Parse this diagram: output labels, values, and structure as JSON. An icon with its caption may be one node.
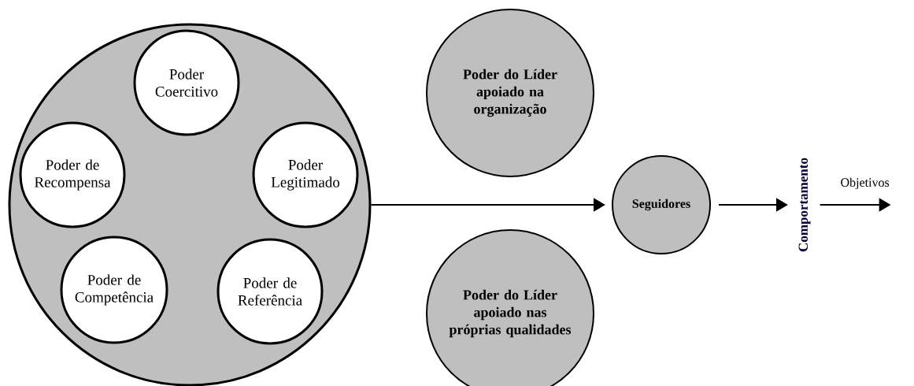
{
  "diagram": {
    "nodes": [
      {
        "text": [],
        "shape": "circle"
      },
      {
        "text": [
          "Poder Coercitivo"
        ],
        "in": 0
      },
      {
        "text": [
          "Poder de Recompensa"
        ],
        "in": 0
      },
      {
        "text": [
          "Poder Legitimado"
        ],
        "in": 0
      },
      {
        "text": [
          "Poder de Competência"
        ],
        "in": 0
      },
      {
        "text": [
          "Poder de Referência"
        ],
        "in": 0
      },
      {
        "text": [
          "Poder do Líder apoiado na organização"
        ]
      },
      {
        "text": [
          "Poder do Líder apoiado nas próprias qualidades"
        ]
      },
      {
        "text": [
          "Seguidores"
        ]
      },
      {
        "text": [
          "Comportamento"
        ]
      }
    ],
    "edges": [
      {
        "from": 0,
        "to": 8,
        "arrow": "to"
      },
      {
        "from": 8,
        "to": 9,
        "arrow": "to"
      },
      {
        "from": 9,
        "to": null,
        "arrow": "to",
        "label": "Objetivos"
      }
    ]
  }
}
